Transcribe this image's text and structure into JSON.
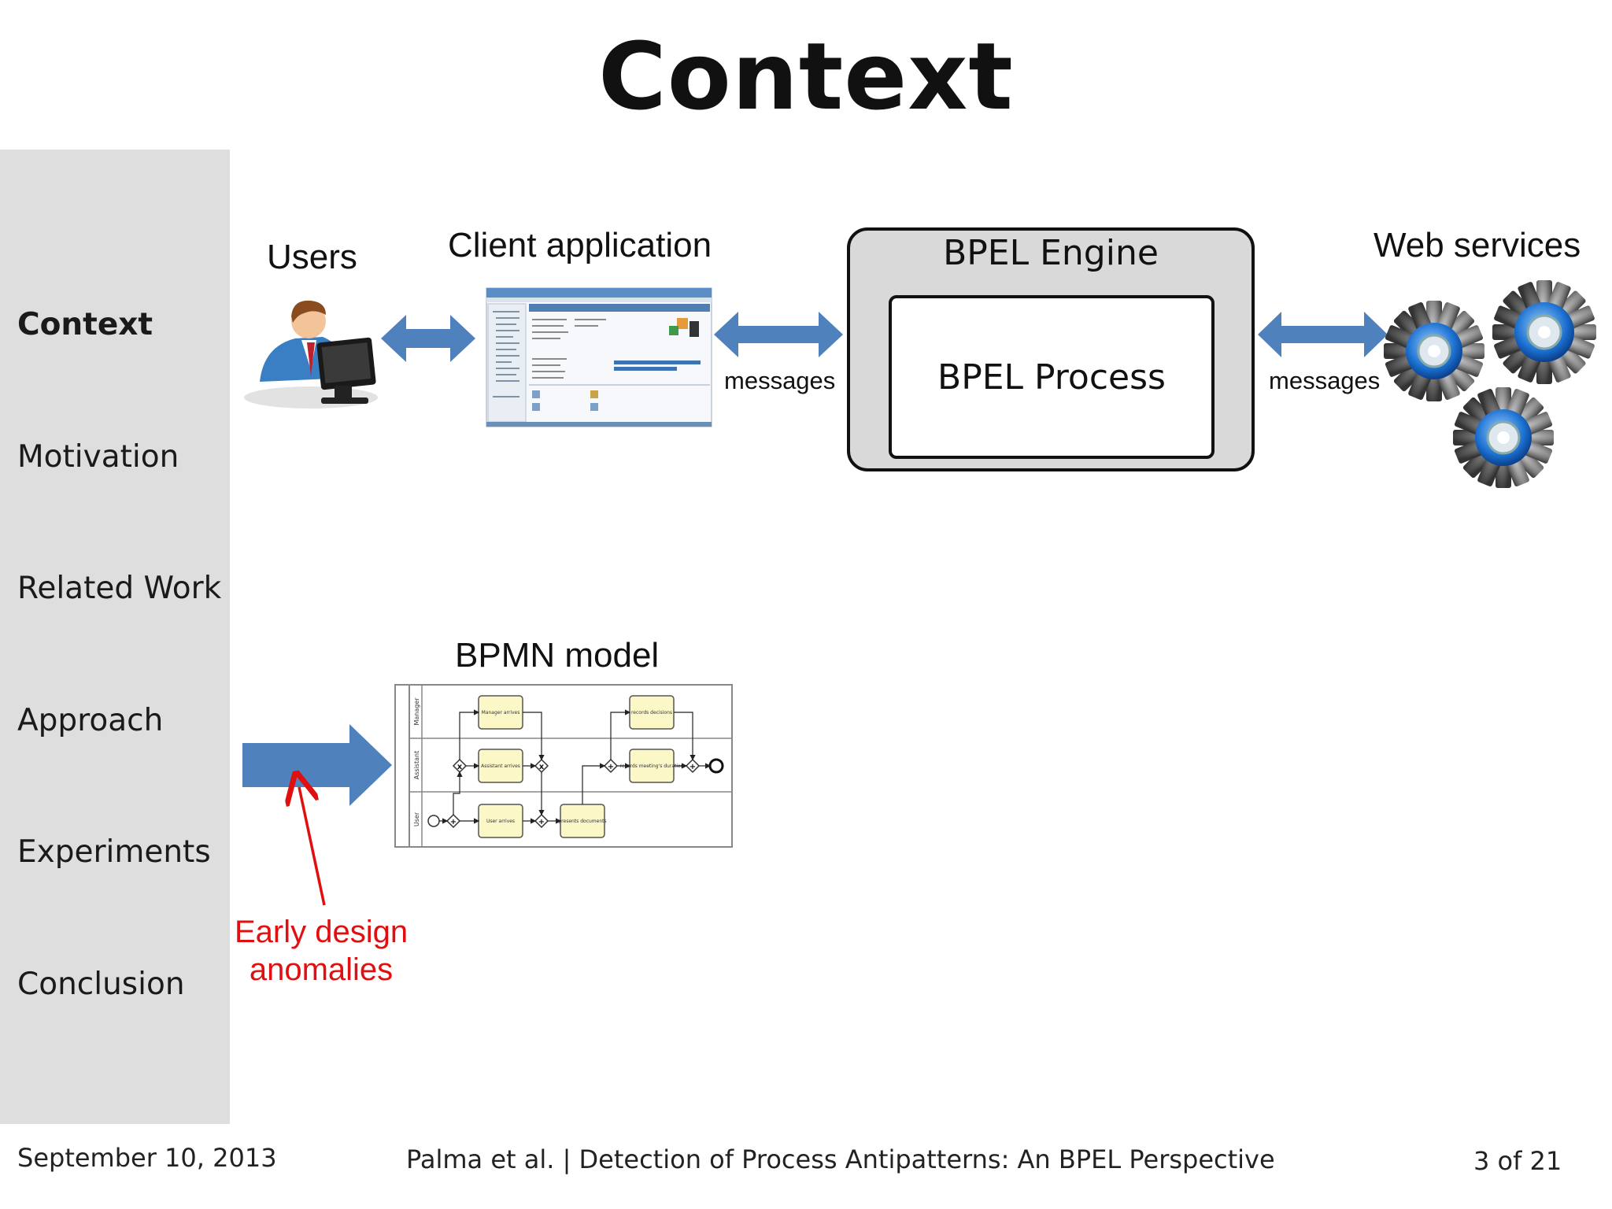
{
  "slide": {
    "title": "Context"
  },
  "sidebar": {
    "items": [
      {
        "label": "Context",
        "active": true
      },
      {
        "label": "Motivation",
        "active": false
      },
      {
        "label": "Related Work",
        "active": false
      },
      {
        "label": "Approach",
        "active": false
      },
      {
        "label": "Experiments",
        "active": false
      },
      {
        "label": "Conclusion",
        "active": false
      }
    ]
  },
  "diagram": {
    "users_label": "Users",
    "client_label": "Client application",
    "engine_label": "BPEL Engine",
    "process_label": "BPEL Process",
    "webservices_label": "Web services",
    "messages_left": "messages",
    "messages_right": "messages",
    "bpmn_label": "BPMN model",
    "annotation_line1": "Early design",
    "annotation_line2": "anomalies",
    "bpmn_lanes": [
      "Manager",
      "Assistant",
      "User"
    ],
    "bpmn_tasks": [
      "Manager arrives",
      "Assistant arrives",
      "User arrives",
      "presents documents",
      "records decisions",
      "records meeting's duration"
    ]
  },
  "colors": {
    "arrow_blue": "#4f81bd",
    "annotation_red": "#e01010",
    "sidebar_gray": "#dedede",
    "engine_gray": "#d9d9d9",
    "bpmn_task": "#fbf7c7"
  },
  "footer": {
    "date": "September 10, 2013",
    "citation": "Palma et al. | Detection of Process Antipatterns: An BPEL Perspective",
    "page": "3 of 21"
  }
}
